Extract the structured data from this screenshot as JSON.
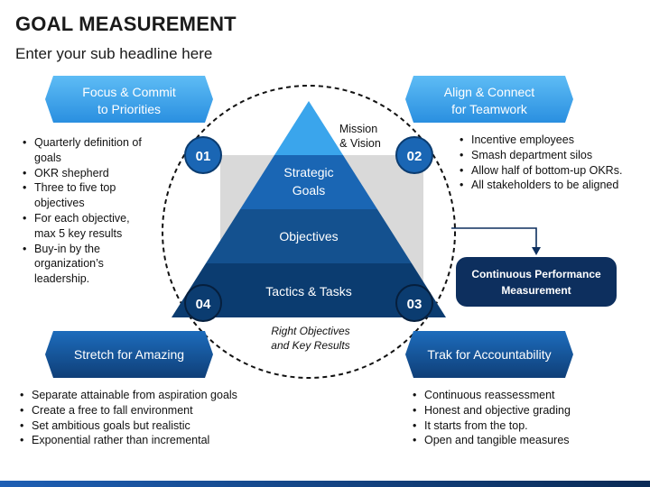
{
  "title": "GOAL MEASUREMENT",
  "subtitle": "Enter your sub headline here",
  "labels": {
    "tl_line1": "Focus & Commit",
    "tl_line2": "to Priorities",
    "tr_line1": "Align & Connect",
    "tr_line2": "for Teamwork",
    "bl": "Stretch for Amazing",
    "br": "Trak for Accountability"
  },
  "badges": {
    "b1": "01",
    "b2": "02",
    "b3": "03",
    "b4": "04"
  },
  "pyramid": {
    "mission_line1": "Mission",
    "mission_line2": "& Vision",
    "strategic_line1": "Strategic",
    "strategic_line2": "Goals",
    "objectives": "Objectives",
    "tactics": "Tactics & Tasks",
    "caption_line1": "Right Objectives",
    "caption_line2": "and Key Results"
  },
  "cpm": {
    "line1": "Continuous Performance",
    "line2": "Measurement"
  },
  "bullets_tl": [
    "Quarterly definition of",
    "goals",
    "OKR shepherd",
    "Three to five top",
    "objectives",
    "For each objective,",
    "max 5 key results",
    "Buy-in by the",
    "organization’s",
    "leadership."
  ],
  "bullets_tr": [
    "Incentive employees",
    "Smash department silos",
    "Allow half of bottom-up OKRs.",
    "All stakeholders to be aligned"
  ],
  "bullets_bl": [
    "Separate attainable from aspiration goals",
    "Create a free to fall environment",
    "Set ambitious goals but realistic",
    "Exponential rather than incremental"
  ],
  "bullets_br": [
    "Continuous reassessment",
    "Honest and objective grading",
    "It starts from the top.",
    "Open and tangible measures"
  ],
  "colors": {
    "light_blue": "#3aa5ec",
    "mid_blue": "#1a66b4",
    "dark_blue": "#0b3c70",
    "navy": "#0d2f5e"
  }
}
